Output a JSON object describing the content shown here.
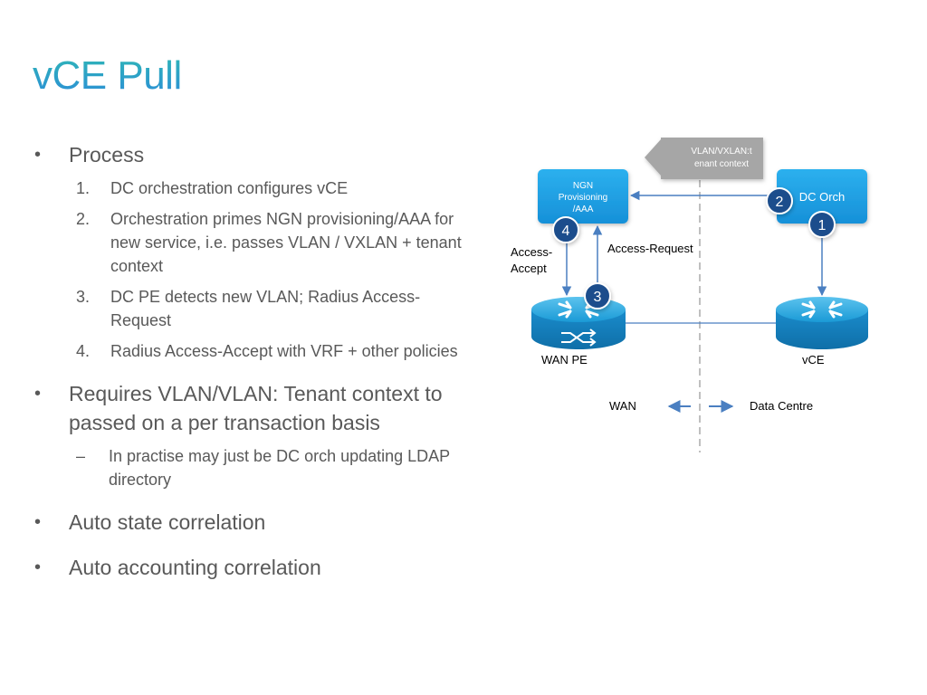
{
  "title": "vCE Pull",
  "bullets": {
    "process": "Process",
    "steps": [
      {
        "num": "1.",
        "text": "DC orchestration configures vCE"
      },
      {
        "num": "2.",
        "text": "Orchestration primes NGN provisioning/AAA for new service, i.e. passes VLAN / VXLAN + tenant context"
      },
      {
        "num": "3.",
        "text": "DC PE detects new VLAN; Radius Access-Request"
      },
      {
        "num": "4.",
        "text": "Radius Access-Accept with VRF + other policies"
      }
    ],
    "requires": "Requires VLAN/VLAN: Tenant context to passed on a per transaction basis",
    "practise": "In practise may just be DC orch updating LDAP directory",
    "auto_state": "Auto state correlation",
    "auto_accounting": "Auto accounting correlation",
    "bullet_glyph": "•",
    "dash_glyph": "–"
  },
  "diagram": {
    "callout_line1": "VLAN/VXLAN:t",
    "callout_line2": "enant context",
    "ngn_line1": "NGN",
    "ngn_line2": "Provisioning",
    "ngn_line3": "/AAA",
    "dc_orch": "DC Orch",
    "badge1": "1",
    "badge2": "2",
    "badge3": "3",
    "badge4": "4",
    "access_accept_line1": "Access-",
    "access_accept_line2": "Accept",
    "access_request": "Access-Request",
    "wan_pe": "WAN PE",
    "vce": "vCE",
    "wan": "WAN",
    "data_centre": "Data Centre",
    "colors": {
      "box_blue": "#1ea0e6",
      "badge_navy": "#1f4e8c",
      "router_blue": "#1a9ad6",
      "callout_gray": "#a6a6a6",
      "arrow_blue": "#4a7fc1"
    }
  }
}
